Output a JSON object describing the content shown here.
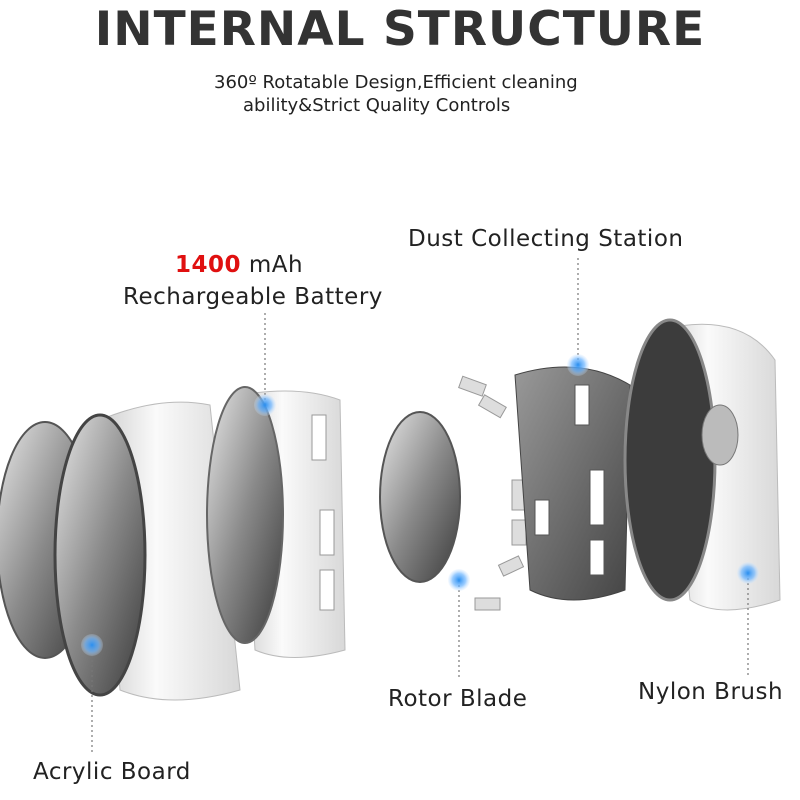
{
  "title": "INTERNAL STRUCTURE",
  "subtitle": {
    "line1": "360º Rotatable Design,Efficient cleaning",
    "line2": "ability&Strict Quality Controls"
  },
  "labels": {
    "battery_capacity": "1400",
    "battery_unit": " mAh",
    "battery": "Rechargeable Battery",
    "dust_station": "Dust Collecting Station",
    "rotor_blade": "Rotor Blade",
    "nylon_brush": "Nylon Brush",
    "acrylic_board": "Acrylic Board"
  },
  "colors": {
    "accent_red": "#e01010",
    "marker_blue": "#2a8ff0",
    "title_text": "#333333"
  }
}
